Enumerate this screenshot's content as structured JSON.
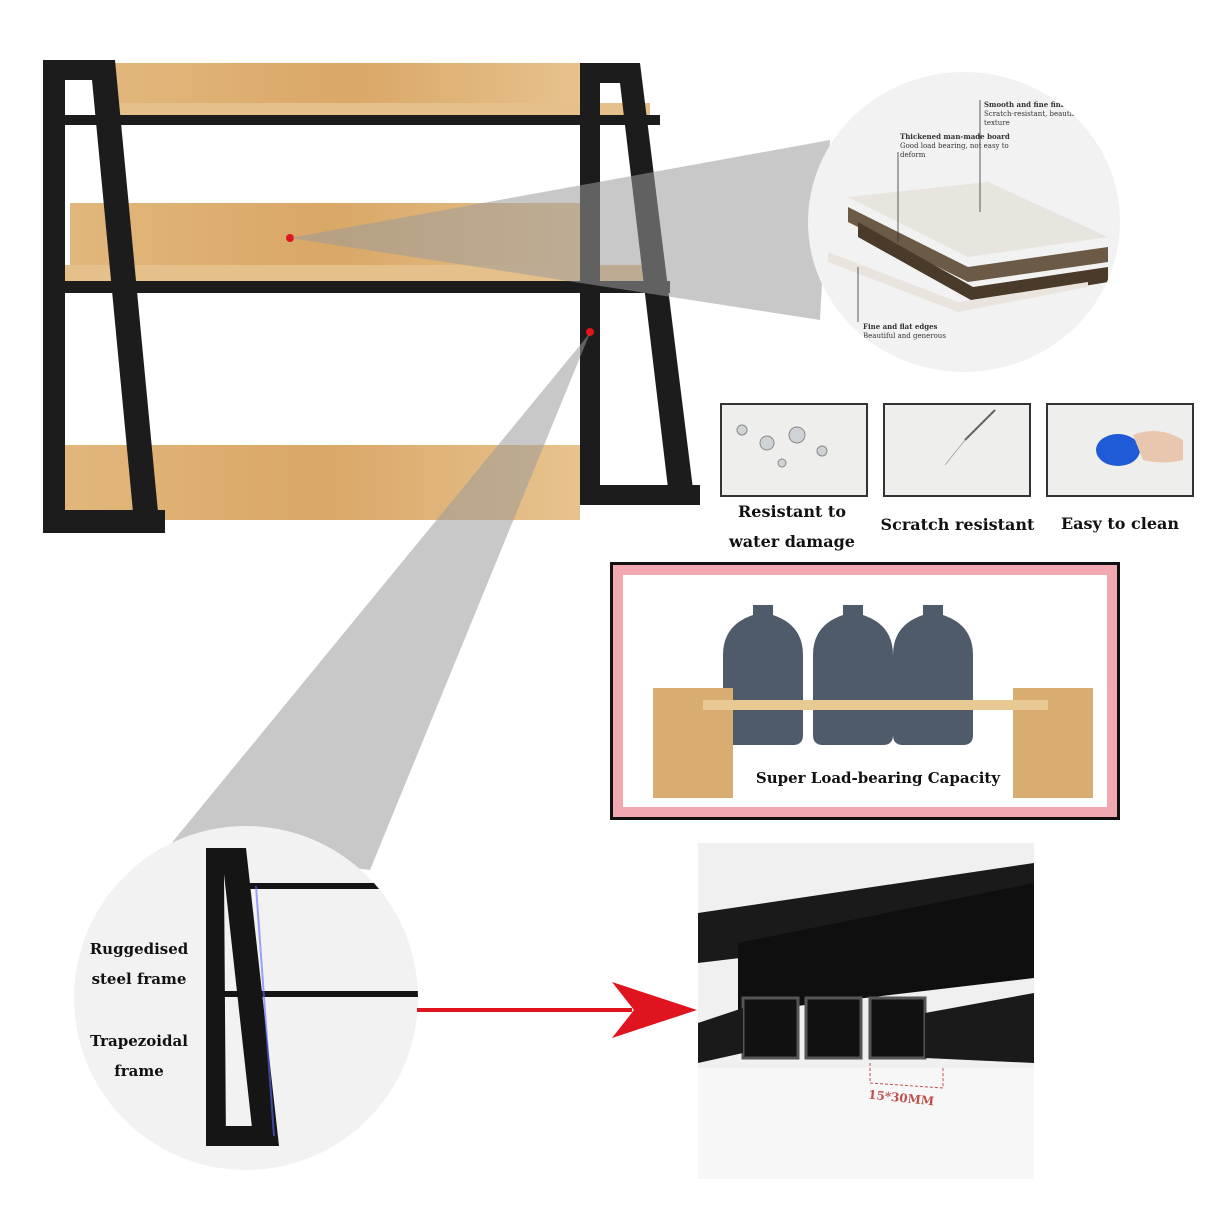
{
  "zoom_board": {
    "layer_top": {
      "title": "Smooth and fine finish",
      "subtitle": "Scratch-resistant, beautiful texture"
    },
    "layer_core": {
      "title": "Thickened man-made board",
      "subtitle": "Good load bearing, not easy to deform"
    },
    "layer_edge": {
      "title": "Fine and flat edges",
      "subtitle": "Beautiful and generous"
    }
  },
  "features": [
    {
      "label_line1": "Resistant to",
      "label_line2": "water damage",
      "icon": "water-droplets-icon"
    },
    {
      "label_line1": "Scratch resistant",
      "label_line2": "",
      "icon": "scratch-icon"
    },
    {
      "label_line1": "Easy to clean",
      "label_line2": "",
      "icon": "cleaning-cloth-icon"
    }
  ],
  "load_panel": {
    "caption": "Super Load-bearing Capacity"
  },
  "frame_zoom": {
    "label_a_line1": "Ruggedised",
    "label_a_line2": "steel frame",
    "label_b_line1": "Trapezoidal",
    "label_b_line2": "frame"
  },
  "tube_detail": {
    "dimension": "15*30MM"
  },
  "colors": {
    "accent_red": "#e0141e",
    "frame_black": "#1c1c1c",
    "wood": "#d9a766",
    "pink_border": "#f2a8b0"
  }
}
